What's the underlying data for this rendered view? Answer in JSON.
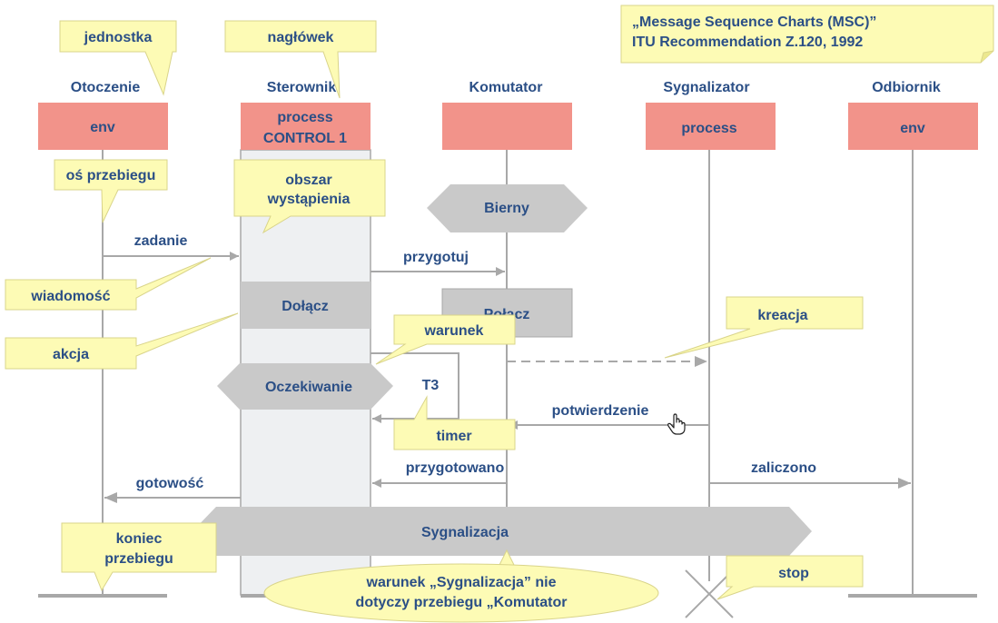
{
  "title_note": {
    "line1": "„Message Sequence Charts (MSC)”",
    "line2": "ITU Recommendation Z.120, 1992"
  },
  "instances": [
    {
      "name": "Otoczenie",
      "box": "env"
    },
    {
      "name": "Sterownik",
      "box_line1": "process",
      "box_line2": "CONTROL 1"
    },
    {
      "name": "Komutator",
      "box": ""
    },
    {
      "name": "Sygnalizator",
      "box": "process"
    },
    {
      "name": "Odbiornik",
      "box": "env"
    }
  ],
  "messages": {
    "zadanie": "zadanie",
    "przygotuj": "przygotuj",
    "potwierdzenie": "potwierdzenie",
    "przygotowano": "przygotowano",
    "gotowosc": "gotowość",
    "zaliczono": "zaliczono"
  },
  "elements": {
    "bierny": "Bierny",
    "dolacz": "Dołącz",
    "polacz": "Połącz",
    "oczekiwanie": "Oczekiwanie",
    "t3": "T3",
    "sygnalizacja": "Sygnalizacja"
  },
  "callouts": {
    "jednostka": "jednostka",
    "naglowek": "nagłówek",
    "os_przebiegu": "oś przebiegu",
    "obszar_1": "obszar",
    "obszar_2": "wystąpienia",
    "wiadomosc": "wiadomość",
    "akcja": "akcja",
    "warunek": "warunek",
    "timer": "timer",
    "kreacja": "kreacja",
    "koniec_1": "koniec",
    "koniec_2": "przebiegu",
    "stop": "stop",
    "note_1": "warunek „Sygnalizacja” nie",
    "note_2": "dotyczy przebiegu „Komutator"
  },
  "colors": {
    "instance_box": "#f2938a",
    "lifeline": "#a8a8a8",
    "callout_fill": "#fdfbb5",
    "callout_stroke": "#d9d48a",
    "label": "#2b4f86",
    "shape_gray": "#c9c9c9",
    "activation": "#eef0f2"
  }
}
